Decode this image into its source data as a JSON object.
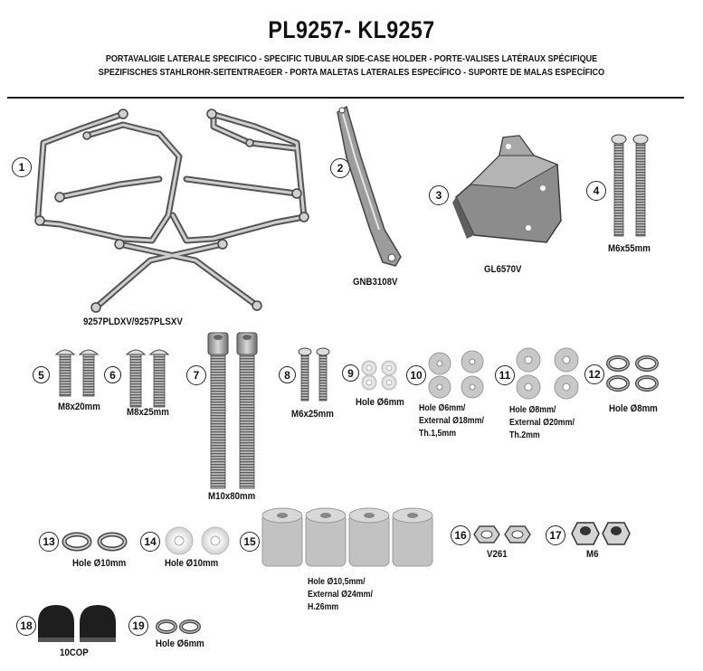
{
  "header": {
    "title": "PL9257- KL9257",
    "subtitle_line1": "PORTAVALIGIE LATERALE SPECIFICO  -  SPECIFIC TUBULAR SIDE-CASE HOLDER  - PORTE-VALISES LATÉRAUX SPÉCIFIQUE",
    "subtitle_line2": "SPEZIFISCHES STAHLROHR-SEITENTRAEGER - PORTA MALETAS LATERALES ESPECÍFICO - SUPORTE DE MALAS ESPECÍFICO"
  },
  "parts": [
    {
      "num": "1",
      "label": "9257PLDXV/9257PLSXV"
    },
    {
      "num": "2",
      "label": "GNB3108V"
    },
    {
      "num": "3",
      "label": "GL6570V"
    },
    {
      "num": "4",
      "label": "M6x55mm"
    },
    {
      "num": "5",
      "label": "M8x20mm"
    },
    {
      "num": "6",
      "label": "M8x25mm"
    },
    {
      "num": "7",
      "label": "M10x80mm"
    },
    {
      "num": "8",
      "label": "M6x25mm"
    },
    {
      "num": "9",
      "label": "Hole Ø6mm"
    },
    {
      "num": "10",
      "label_lines": [
        "Hole Ø6mm/",
        "External Ø18mm/",
        "Th.1,5mm"
      ]
    },
    {
      "num": "11",
      "label_lines": [
        "Hole Ø8mm/",
        "External Ø20mm/",
        "Th.2mm"
      ]
    },
    {
      "num": "12",
      "label": "Hole Ø8mm"
    },
    {
      "num": "13",
      "label": "Hole Ø10mm"
    },
    {
      "num": "14",
      "label": "Hole Ø10mm"
    },
    {
      "num": "15",
      "label_lines": [
        "Hole Ø10,5mm/",
        "External Ø24mm/",
        "H.26mm"
      ]
    },
    {
      "num": "16",
      "label": "V261"
    },
    {
      "num": "17",
      "label": "M6"
    },
    {
      "num": "18",
      "label": "10COP"
    },
    {
      "num": "19",
      "label": "Hole Ø6mm"
    }
  ]
}
